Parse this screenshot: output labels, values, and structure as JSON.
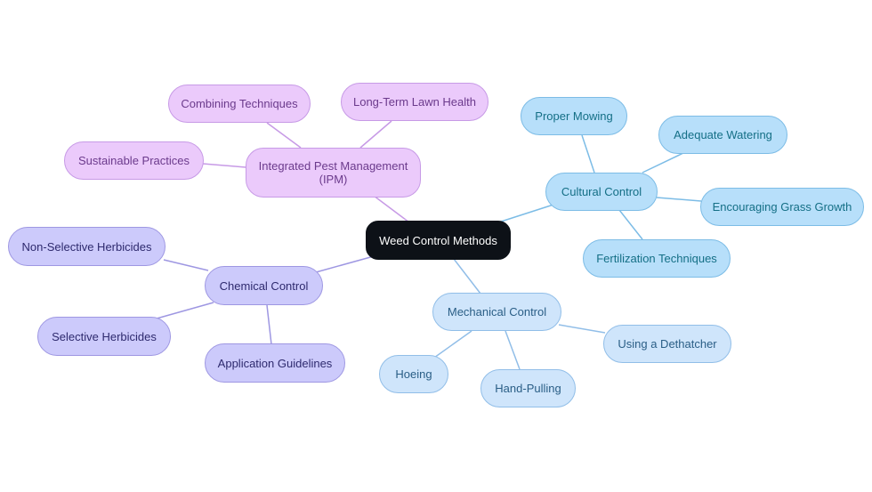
{
  "mindmap": {
    "root": "Weed Control Methods",
    "branches": {
      "ipm": {
        "label": "Integrated Pest Management (IPM)",
        "children": [
          "Combining Techniques",
          "Long-Term Lawn Health",
          "Sustainable Practices"
        ]
      },
      "cultural": {
        "label": "Cultural Control",
        "children": [
          "Proper Mowing",
          "Adequate Watering",
          "Encouraging Grass Growth",
          "Fertilization Techniques"
        ]
      },
      "chemical": {
        "label": "Chemical Control",
        "children": [
          "Non-Selective Herbicides",
          "Selective Herbicides",
          "Application Guidelines"
        ]
      },
      "mechanical": {
        "label": "Mechanical Control",
        "children": [
          "Using a Dethatcher",
          "Hoeing",
          "Hand-Pulling"
        ]
      }
    }
  },
  "colors": {
    "root": "#0d1117",
    "ipm": "#ebcafb",
    "chemical": "#cccafb",
    "mechanical": "#cfe5fb",
    "cultural": "#b7dffa"
  }
}
